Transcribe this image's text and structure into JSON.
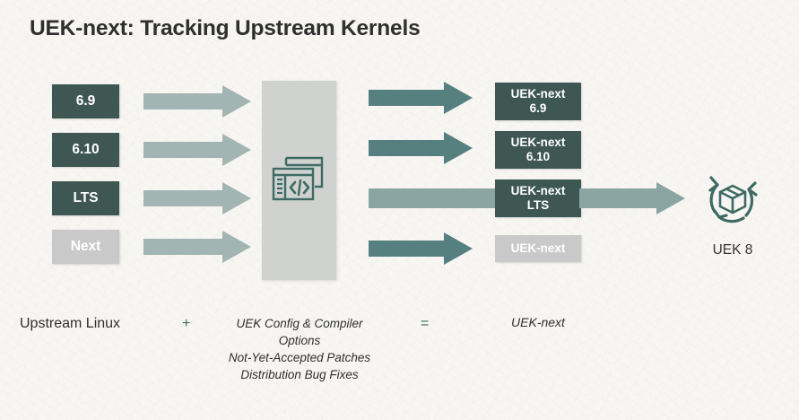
{
  "slide": {
    "title": "UEK-next: Tracking Upstream Kernels",
    "background_color": "#f7f6f3",
    "accent_dark": "#3e5753",
    "accent_teal": "#568080",
    "accent_sage": "#a3b5b2",
    "accent_light_gray": "#c9c9c9",
    "panel_gray": "#cfd2cf",
    "title_color": "#2f2f2f"
  },
  "upstream_boxes": [
    {
      "label": "6.9",
      "style": "dark"
    },
    {
      "label": "6.10",
      "style": "dark"
    },
    {
      "label": "LTS",
      "style": "dark"
    },
    {
      "label": "Next",
      "style": "light"
    }
  ],
  "center": {
    "icon": "code-window-icon",
    "icon_glyph": "</>"
  },
  "output_boxes": [
    {
      "line1": "UEK-next",
      "line2": "6.9",
      "style": "dark"
    },
    {
      "line1": "UEK-next",
      "line2": "6.10",
      "style": "dark"
    },
    {
      "line1": "UEK-next",
      "line2": "LTS",
      "style": "dark"
    },
    {
      "line1": "UEK-next",
      "line2": "",
      "style": "light"
    }
  ],
  "destination": {
    "label": "UEK 8",
    "icon": "package-refresh-icon"
  },
  "equation": {
    "left": "Upstream Linux",
    "plus": "+",
    "middle": "UEK Config & Compiler Options\nNot-Yet-Accepted Patches\nDistribution Bug Fixes",
    "equals": "=",
    "right": "UEK-next"
  }
}
